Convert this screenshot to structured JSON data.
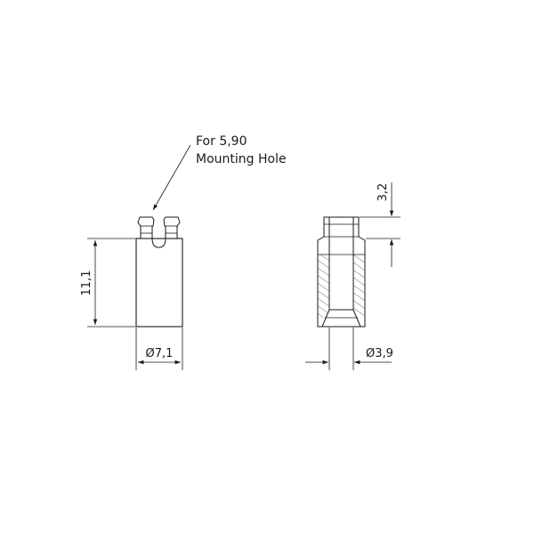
{
  "callout": {
    "line1": "For 5,90",
    "line2": "Mounting Hole"
  },
  "dimensions": {
    "height": "11,1",
    "outer_diameter": "Ø7,1",
    "inner_diameter": "Ø3,9",
    "top_length": "3,2"
  }
}
